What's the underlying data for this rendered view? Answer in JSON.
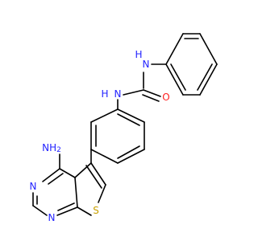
{
  "colors": {
    "bond": "#000000",
    "N": "#2424ff",
    "O": "#ff1f1f",
    "S": "#c8a000"
  },
  "atoms": {
    "amine_n": "NH",
    "amine_sub": "2",
    "urea_nh_top": "H",
    "urea_n_top": "N",
    "urea_nh_left": "H",
    "urea_n_left": "N",
    "carbonyl_o": "O",
    "pyrimidine_n3": "N",
    "pyrimidine_n1": "N",
    "thiophene_s": "S"
  }
}
